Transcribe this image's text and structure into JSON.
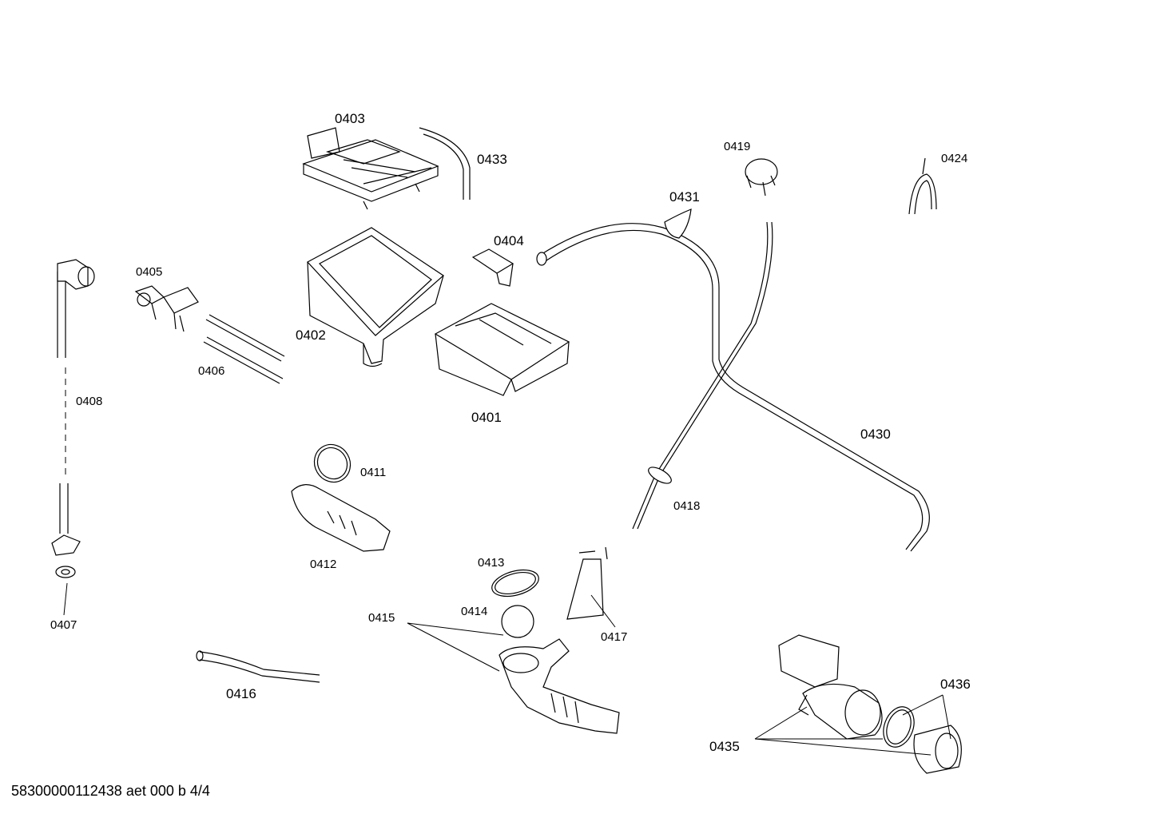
{
  "labels": {
    "p0401": "0401",
    "p0402": "0402",
    "p0403": "0403",
    "p0404": "0404",
    "p0405": "0405",
    "p0406": "0406",
    "p0407": "0407",
    "p0408": "0408",
    "p0411": "0411",
    "p0412": "0412",
    "p0413": "0413",
    "p0414": "0414",
    "p0415": "0415",
    "p0416": "0416",
    "p0417": "0417",
    "p0418": "0418",
    "p0419": "0419",
    "p0424": "0424",
    "p0430": "0430",
    "p0431": "0431",
    "p0433": "0433",
    "p0435": "0435",
    "p0436": "0436"
  },
  "footer": "58300000112438 aet 000 b 4/4"
}
